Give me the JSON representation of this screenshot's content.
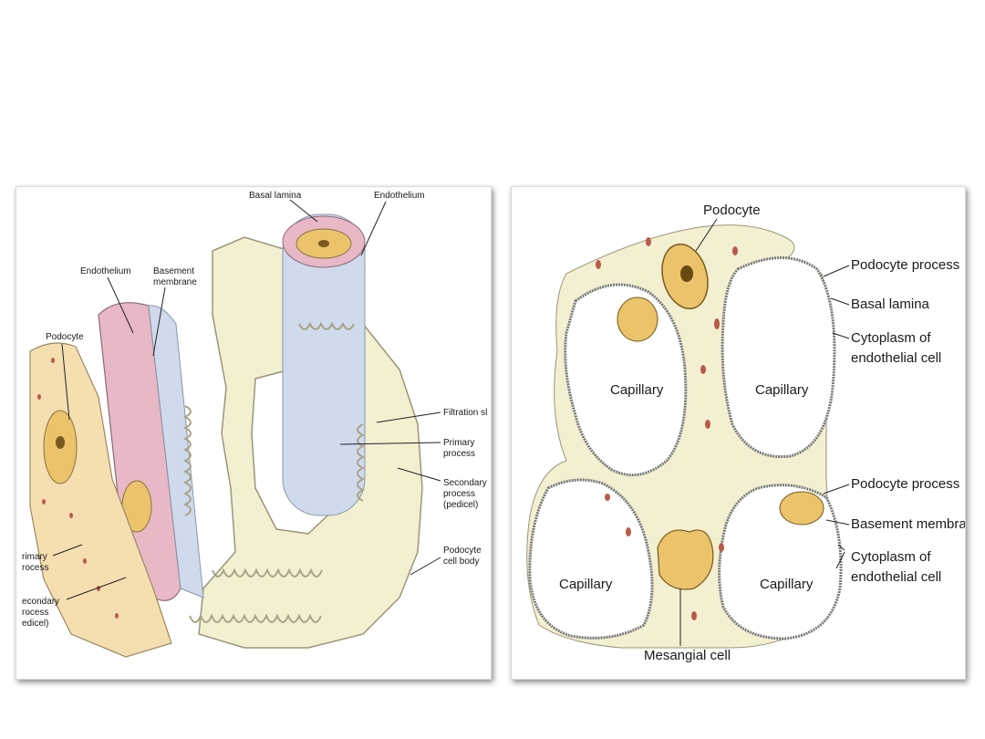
{
  "left_diagram": {
    "labels": {
      "basal_lamina": "Basal lamina",
      "endothelium_top": "Endothelium",
      "endothelium": "Endothelium",
      "basement_membrane_1": "Basement",
      "basement_membrane_2": "membrane",
      "podocyte": "Podocyte",
      "filtration_slits": "Filtration sl",
      "primary_process_1": "Primary",
      "primary_process_2": "process",
      "secondary_process_1": "Secondary",
      "secondary_process_2": "process",
      "secondary_process_3": "(pedicel)",
      "podocyte_body_1": "Podocyte",
      "podocyte_body_2": "cell body",
      "primary_left_1": "rimary",
      "primary_left_2": "rocess",
      "secondary_left_1": "econdary",
      "secondary_left_2": "rocess",
      "secondary_left_3": "edicel)"
    }
  },
  "right_diagram": {
    "labels": {
      "podocyte": "Podocyte",
      "podocyte_process_1": "Podocyte process",
      "basal_lamina": "Basal lamina",
      "cytoplasm_1a": "Cytoplasm of",
      "cytoplasm_1b": "endothelial cell",
      "capillary_tl": "Capillary",
      "capillary_tr": "Capillary",
      "podocyte_process_2": "Podocyte process",
      "basement_membrane": "Basement membrane",
      "cytoplasm_2a": "Cytoplasm of",
      "cytoplasm_2b": "endothelial cell",
      "capillary_bl": "Capillary",
      "capillary_br": "Capillary",
      "mesangial_cell": "Mesangial cell"
    }
  },
  "colors": {
    "cell_cream": "#f3f0d2",
    "nucleus": "#eac36b",
    "endothelium_pink": "#e8b8c6",
    "lamina_blue": "#cfdbec",
    "dots_red": "#b85a4a"
  }
}
